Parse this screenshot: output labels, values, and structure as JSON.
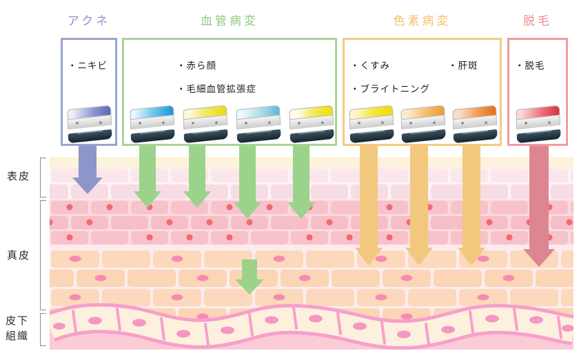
{
  "categories": [
    {
      "id": "acne",
      "label": "アクネ",
      "accent_color": "#8992c7",
      "box_border_color": "#9aa3cf",
      "arrow_color": "#8d96ca",
      "treatments": [
        "・ニキビ"
      ],
      "device_strip_colors": [
        "#6f7cc0"
      ]
    },
    {
      "id": "vascular",
      "label": "血管病変",
      "accent_color": "#8fc97d",
      "box_border_color": "#a5d693",
      "arrow_color": "#9bd38b",
      "treatments": [
        "・赤ら顔",
        "・毛細血管拡張症"
      ],
      "device_strip_colors": [
        "#2196d8",
        "#eedc14",
        "#62bcd6",
        "#eee012"
      ]
    },
    {
      "id": "pigment",
      "label": "色素病変",
      "accent_color": "#f4c06b",
      "box_border_color": "#f6c981",
      "arrow_color": "#f2c87e",
      "treatments": [
        "・くすみ",
        "・肝斑",
        "・ブライトニング"
      ],
      "device_strip_colors": [
        "#eedd0e",
        "#ef9e32",
        "#e87014"
      ]
    },
    {
      "id": "hair_removal",
      "label": "脱毛",
      "accent_color": "#ef8a8d",
      "box_border_color": "#f29ba1",
      "arrow_color": "#dd8691",
      "treatments": [
        "・脱毛"
      ],
      "device_strip_colors": [
        "#dc343f"
      ]
    }
  ],
  "skin_layers": [
    {
      "label": "表皮"
    },
    {
      "label": "真皮"
    },
    {
      "label": "皮下組織"
    }
  ]
}
